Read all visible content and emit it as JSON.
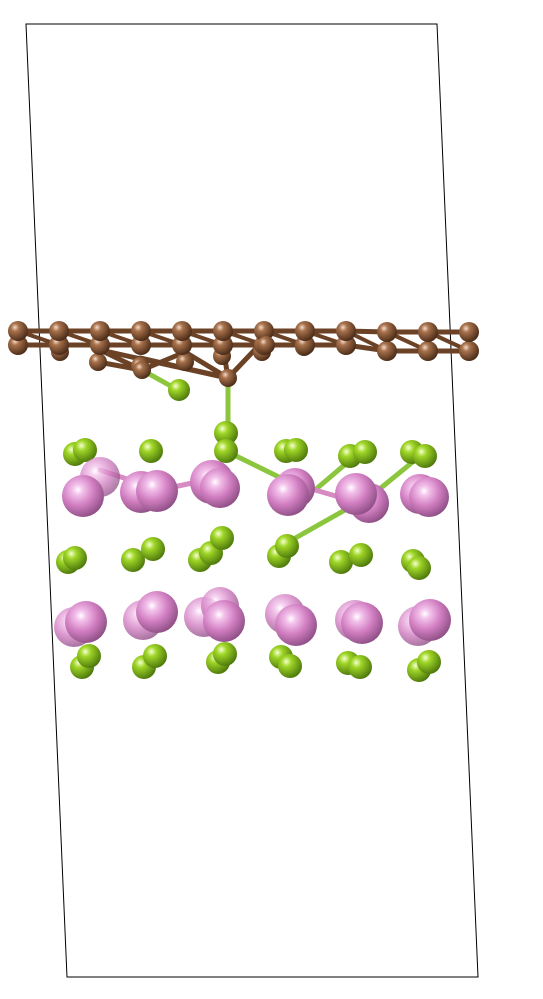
{
  "colors": {
    "background": "#ffffff",
    "cell_edge": "#000000",
    "carbon": "#8a5a3b",
    "carbon_bond": "#6b4226",
    "fluorine": "#9acd32",
    "fluorine_bond": "#8cc63f",
    "heavy_atom": "#d47fc4",
    "heavy_bond": "#d78bc3"
  },
  "species": [
    {
      "id": "carbon-atom",
      "color_key": "carbon"
    },
    {
      "id": "fluorine-atom",
      "color_key": "fluorine"
    },
    {
      "id": "heavy-atom",
      "color_key": "heavy_atom"
    }
  ]
}
